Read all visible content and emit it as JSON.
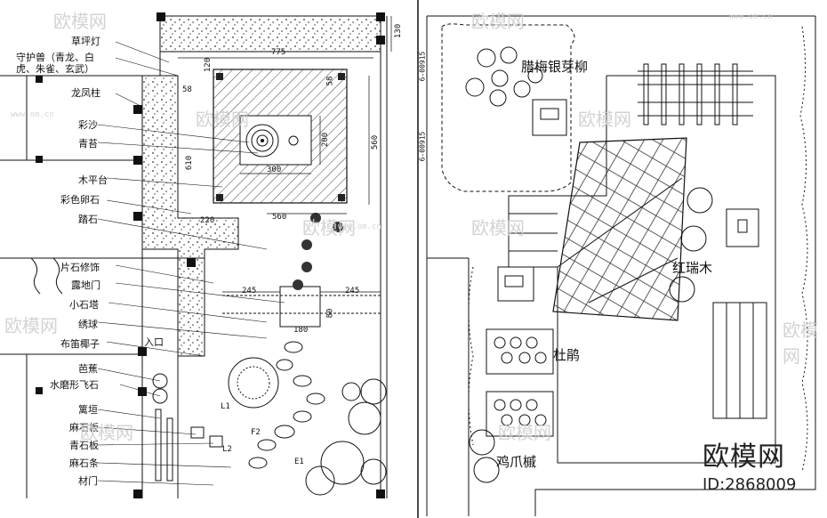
{
  "left_plan": {
    "labels": [
      "草坪灯",
      "守护兽（青龙、白\n虎、朱雀、玄武）",
      "龙凤柱",
      "彩沙",
      "青苔",
      "木平台",
      "彩色卵石",
      "踏石",
      "片石修饰",
      "露地门",
      "小石塔",
      "绣球",
      "布笛椰子",
      "芭蕉",
      "水磨形飞石",
      "篱垣",
      "麻石板",
      "青石板",
      "麻石条",
      "材门"
    ],
    "entrance": "入口",
    "dimensions": {
      "top_775": "775",
      "right_130": "130",
      "d_120": "120",
      "d_58": "58",
      "d_58b": "58",
      "d_610": "610",
      "d_200": "200",
      "d_300": "300",
      "d_560_right": "560",
      "d_220": "220",
      "d_560_bottom": "560",
      "d_245_left": "245",
      "d_245_right": "245",
      "d_80": "80",
      "d_180": "180"
    },
    "markers": {
      "l1": "L1",
      "l2": "L2",
      "f2": "F2",
      "e1": "E1"
    }
  },
  "right_plan": {
    "plant_labels": {
      "top": "腊梅银芽柳",
      "red": "红瑞木",
      "azalea": "杜鹃",
      "maple": "鸡爪槭"
    },
    "side_codes": [
      "6-00915",
      "6-00915"
    ]
  },
  "watermark": {
    "brand": "欧模网",
    "id": "ID:2868009",
    "tile_text": "欧模网",
    "tile_url": "www.om.cn"
  }
}
